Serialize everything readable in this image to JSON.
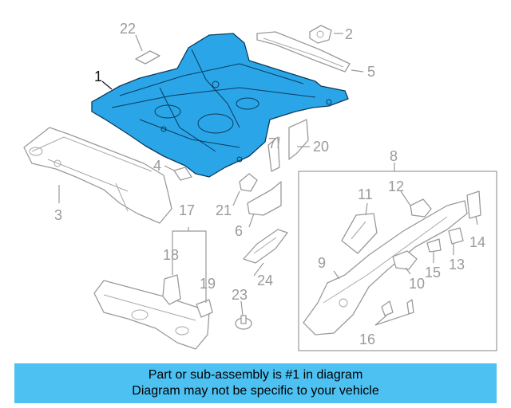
{
  "diagram": {
    "callouts": [
      "1",
      "2",
      "3",
      "4",
      "5",
      "6",
      "7",
      "8",
      "9",
      "10",
      "11",
      "12",
      "13",
      "14",
      "15",
      "16",
      "17",
      "18",
      "19",
      "20",
      "21",
      "22",
      "23",
      "24"
    ],
    "highlighted_part": "1",
    "highlight_color": "#2aa6e8",
    "outline_color": "#9a9a9a"
  },
  "banner": {
    "line1": "Part or sub-assembly is #1 in diagram",
    "line2": "Diagram may not be specific to your vehicle",
    "background": "#4dc1f2"
  }
}
